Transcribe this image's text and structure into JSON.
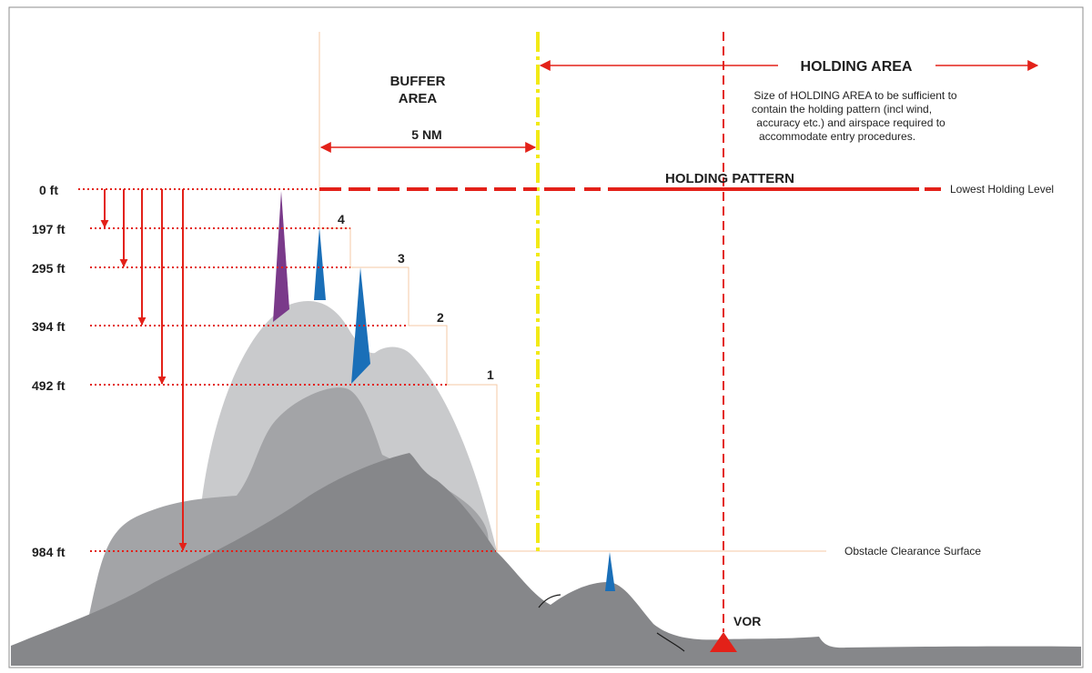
{
  "diagram": {
    "buffer_area_line1": "BUFFER",
    "buffer_area_line2": "AREA",
    "buffer_width": "5 NM",
    "holding_area": "HOLDING AREA",
    "holding_note": [
      "Size of HOLDING AREA to be sufficient to",
      "contain the holding pattern (incl wind,",
      "accuracy etc.)  and airspace required to",
      "accommodate entry procedures."
    ],
    "holding_pattern": "HOLDING PATTERN",
    "lowest_holding_level": "Lowest Holding Level",
    "obstacle_clearance_surface": "Obstacle Clearance Surface",
    "vor": "VOR",
    "levels": [
      {
        "label": "0 ft",
        "value": 0
      },
      {
        "label": "197 ft",
        "value": 197
      },
      {
        "label": "295 ft",
        "value": 295
      },
      {
        "label": "394 ft",
        "value": 394
      },
      {
        "label": "492 ft",
        "value": 492
      },
      {
        "label": "984 ft",
        "value": 984
      }
    ],
    "steps": [
      "4",
      "3",
      "2",
      "1"
    ],
    "colors": {
      "red": "#e32119",
      "yellow": "#f2ea16",
      "blue": "#1a6fb8",
      "purple": "#7a3a8a",
      "terrain_dark": "#86878a",
      "terrain_mid": "#a3a4a7",
      "terrain_light": "#c9cacc",
      "step_line": "#f4c9a6"
    }
  }
}
